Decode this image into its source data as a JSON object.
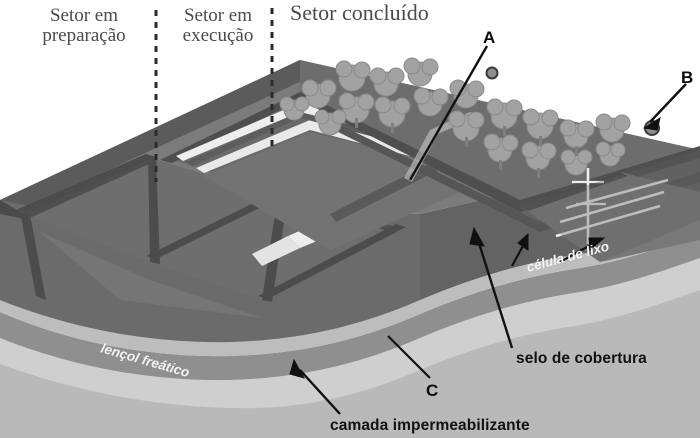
{
  "diagram": {
    "title": "Esquema de aterro sanitario em corte",
    "language": "pt-BR",
    "palette": {
      "background": "#ffffff",
      "soil_dark": "#545454",
      "soil_mid": "#6f6f6f",
      "soil_light": "#8d8d8d",
      "soil_pale": "#a6a6a6",
      "strata_light": "#c9c9c9",
      "strata_mid": "#9a9a9a",
      "liner_white": "#efefef",
      "vegetation": "#9c9c9c",
      "text_dark": "#111111",
      "text_header": "#4a4a4a",
      "text_white": "#f2f2f2"
    },
    "headers": [
      {
        "id": "prep",
        "label": "Setor em\npreparação"
      },
      {
        "id": "exec",
        "label": "Setor em\nexecução"
      },
      {
        "id": "conc",
        "label": "Setor concluído"
      }
    ],
    "dividers": [
      {
        "id": "divider-1",
        "style": "dashed-vertical"
      },
      {
        "id": "divider-2",
        "style": "dashed-vertical"
      }
    ],
    "markers": [
      {
        "id": "A",
        "label": "A",
        "leader": "line-down-left",
        "points_to": "selo-de-cobertura-camada-superior"
      },
      {
        "id": "B",
        "label": "B",
        "leader": "arrow-down-left",
        "points_to": "dreno-de-gas"
      },
      {
        "id": "C",
        "label": "C",
        "leader": "line-up-left",
        "points_to": "camada-de-base"
      }
    ],
    "callouts": [
      {
        "id": "celula",
        "label": "célula de lixo",
        "style": "white-italic-rotated"
      },
      {
        "id": "lencol",
        "label": "lençol freático",
        "style": "white-italic-rotated"
      },
      {
        "id": "selo",
        "label": "selo de cobertura",
        "style": "black-bold",
        "leader": "arrow-up-left"
      },
      {
        "id": "camada",
        "label": "camada impermeabilizante",
        "style": "black-bold",
        "leader": "arrow-up-left"
      }
    ]
  }
}
